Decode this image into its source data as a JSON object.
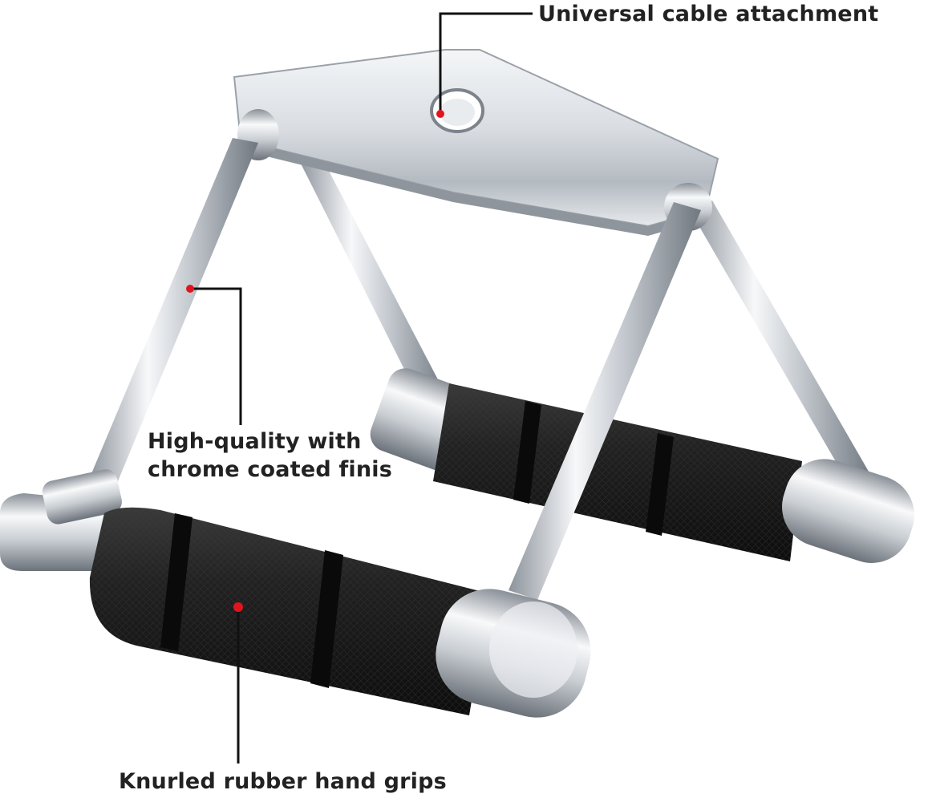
{
  "callouts": {
    "cable": "Universal cable attachment",
    "chrome_line1": "High-quality with",
    "chrome_line2": "chrome coated finis",
    "grips": "Knurled rubber hand grips"
  },
  "colors": {
    "background": "#ffffff",
    "chrome": "#cfd3d8",
    "rubber": "#1c1c1c",
    "marker": "#e0141e",
    "leader": "#111111"
  }
}
